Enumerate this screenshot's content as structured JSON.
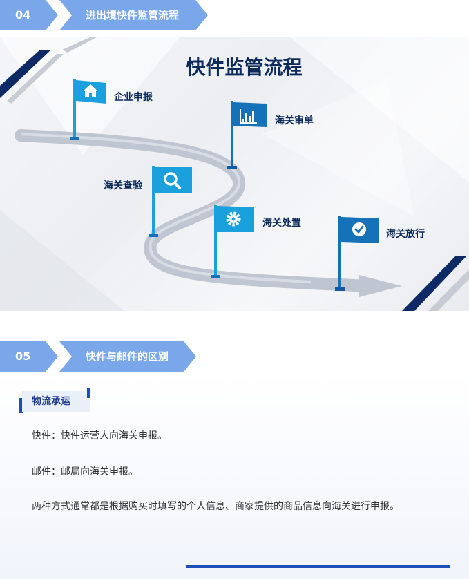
{
  "section04": {
    "number": "04",
    "title": "进出境快件监管流程"
  },
  "diagram": {
    "title": "快件监管流程",
    "steps": [
      {
        "label": "企业申报",
        "icon": "home-icon"
      },
      {
        "label": "海关审单",
        "icon": "bar-chart-icon"
      },
      {
        "label": "海关查验",
        "icon": "search-icon"
      },
      {
        "label": "海关处置",
        "icon": "gear-icon"
      },
      {
        "label": "海关放行",
        "icon": "check-circle-icon"
      }
    ],
    "colors": {
      "flag_light": "#1aa0dc",
      "flag_dark": "#1572b8",
      "title": "#0c2a5a",
      "road": "#bfc6d1"
    }
  },
  "section05": {
    "number": "05",
    "title": "快件与邮件的区别",
    "tag": "物流承运",
    "paragraphs": [
      "快件：快件运营人向海关申报。",
      "邮件：邮局向海关申报。",
      "两种方式通常都是根据购买时填写的个人信息、商家提供的商品信息向海关进行申报。"
    ]
  }
}
